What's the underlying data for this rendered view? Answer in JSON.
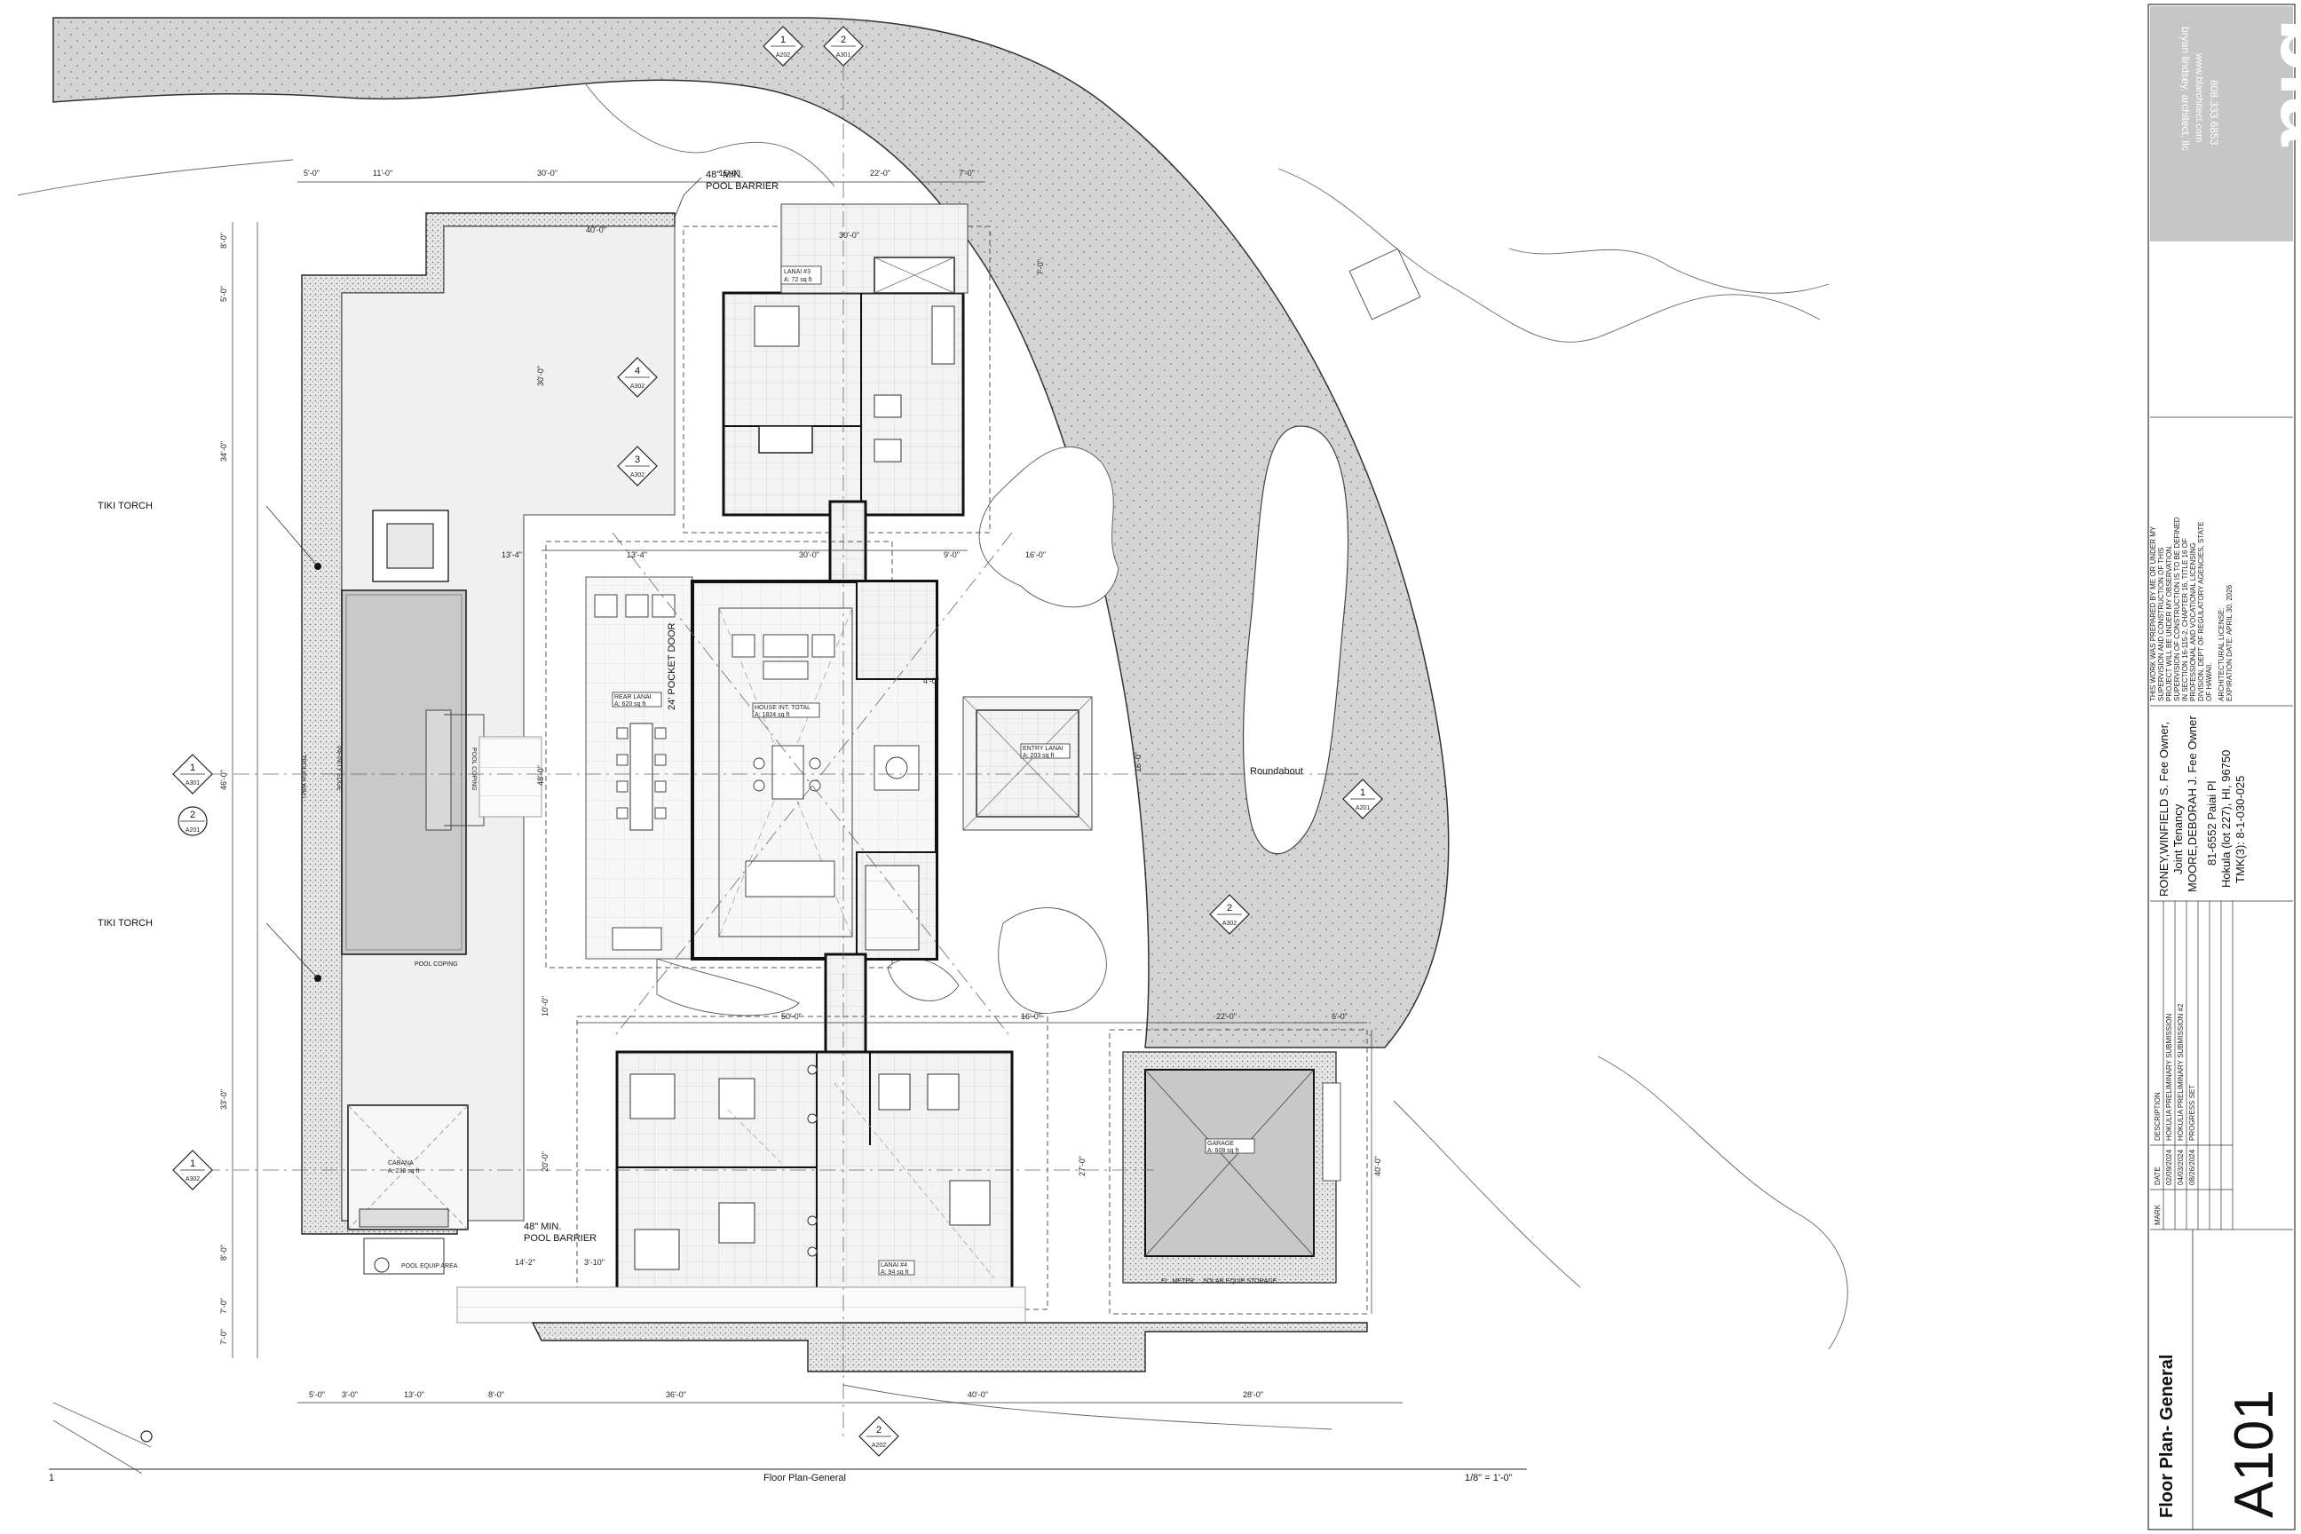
{
  "sheet": {
    "view_number": "1",
    "view_title": "Floor Plan-General",
    "scale": "1/8\" = 1'-0\"",
    "sheet_title": "Floor Plan- General",
    "sheet_number": "A101"
  },
  "firm": {
    "logo": "bla",
    "name": "bryan lindsey, architect, llc",
    "web": "www.blarchitect.com",
    "phone": "808.333.6853"
  },
  "certification": {
    "line1": "THIS WORK WAS PREPARED BY ME OR UNDER MY",
    "line2": "SUPERVISION AND CONSTRUCTION OF THIS",
    "line3": "PROJECT WILL BE UNDER MY OBSERVATION.",
    "line4": "SUPERVISION OF CONSTRUCTION IS TO BE DEFINED",
    "line5": "IN SECTION 16-115-2, CHAPTER 16, TITLE 16 OF",
    "line6": "PROFESSIONAL AND VOCATIONAL LICENSING",
    "line7": "DIVISION, DEPT OF REGULATORY AGENCIES, STATE",
    "line8": "OF HAWAII.",
    "license": "ARCHITECTURAL LICENSE:",
    "expiration": "EXPIRATION DATE: APRIL 30, 2026"
  },
  "owner": {
    "line1": "RONEY,WINFIELD S. Fee Owner,",
    "line2": "Joint Tenancy",
    "line3": "MOORE,DEBORAH J. Fee Owner",
    "line4": "81-6552 Paiai Pl",
    "line5": "Hokula (lot 227), HI, 96750",
    "line6": "TMK(3): 8-1-030-025"
  },
  "revisions": {
    "headers": [
      "MARK",
      "DATE",
      "DESCRIPTION"
    ],
    "rows": [
      [
        "",
        "02/09/2024",
        "HOKULIA PRELIMINARY SUBMISSION"
      ],
      [
        "",
        "04/03/2024",
        "HOKULIA PRELIMINARY SUBMISSION #2"
      ],
      [
        "",
        "08/26/2024",
        "PROGRESS SET"
      ]
    ]
  },
  "rooms": {
    "lanai3": "LANAI #3",
    "lanai3_area": "A: 72 sq ft",
    "rear_lanai": "REAR LANAI",
    "rear_lanai_area": "A: 620 sq ft",
    "house": "HOUSE INT. TOTAL",
    "house_area": "A: 1824 sq ft",
    "entry_lanai": "ENTRY LANAI",
    "entry_lanai_area": "A: 203 sq ft",
    "cabana": "CABANA",
    "cabana_area": "A: 236 sq ft",
    "garage": "GARAGE",
    "garage_area": "A: 608 sq ft",
    "lanai_bottom": "LANAI #4",
    "lanai_bottom_area": "A: 94 sq ft",
    "roundabout": "Roundabout",
    "pool_equip": "POOL EQUIP AREA",
    "solar_storage": "SOLAR EQUIP STORAGE",
    "el_meter": "EL. METER"
  },
  "annotations": {
    "pool_barrier_top_1": "48\" MIN.",
    "pool_barrier_top_2": "POOL BARRIER",
    "pool_barrier_bot_1": "48\" MIN.",
    "pool_barrier_bot_2": "POOL BARRIER",
    "tiki_top": "TIKI TORCH",
    "tiki_bot": "TIKI TORCH",
    "pocket_door": "24' POCKET DOOR",
    "pool_coping_1": "POOL COPING",
    "pool_coping_2": "POOL COPING",
    "infinity_edge": "INFINITY EDGE",
    "trough_wall": "TROUGH WALL"
  },
  "markers": [
    {
      "num": "1",
      "sheet": "A202"
    },
    {
      "num": "2",
      "sheet": "A301"
    },
    {
      "num": "4",
      "sheet": "A302"
    },
    {
      "num": "3",
      "sheet": "A302"
    },
    {
      "num": "1",
      "sheet": "A301"
    },
    {
      "num": "2",
      "sheet": "A201"
    },
    {
      "num": "1",
      "sheet": "A201"
    },
    {
      "num": "2",
      "sheet": "A302"
    },
    {
      "num": "1",
      "sheet": "A302"
    },
    {
      "num": "2",
      "sheet": "A202"
    }
  ],
  "dims_top": [
    "5'-0\"",
    "11'-0\"",
    "30'-0\"",
    "15'-0\"",
    "22'-0\"",
    "7'-0\""
  ],
  "dims_bottom": [
    "5'-0\"",
    "3'-0\"",
    "13'-0\"",
    "8'-0\"",
    "36'-0\"",
    "40'-0\"",
    "28'-0\""
  ],
  "dims_left": [
    "8'-0\"",
    "5'-0\"",
    "34'-0\"",
    "46'-0\"",
    "33'-0\"",
    "8'-0\"",
    "7'-0\"",
    "7'-0\""
  ],
  "dims_inner": {
    "d40": "40'-0\"",
    "d30a": "30'-0\"",
    "d30b": "30'-0\"",
    "d134a": "13'-4\"",
    "d134b": "13'-4\"",
    "d30c": "30'-0\"",
    "d90": "9'-0\"",
    "d160": "16'-0\"",
    "d70": "7'-0\"",
    "d480": "48'-0\"",
    "d160b": "16'-0\"",
    "d220": "22'-0\"",
    "d60": "6'-0\"",
    "d160c": "16'-0\"",
    "d270": "27'-0\"",
    "d400": "40'-0\"",
    "d142": "14'-2\"",
    "d310": "3'-10\"",
    "d100": "10'-0\"",
    "d500": "50'-0\"",
    "d200": "20'-0\"",
    "d40b": "4'-0\""
  }
}
